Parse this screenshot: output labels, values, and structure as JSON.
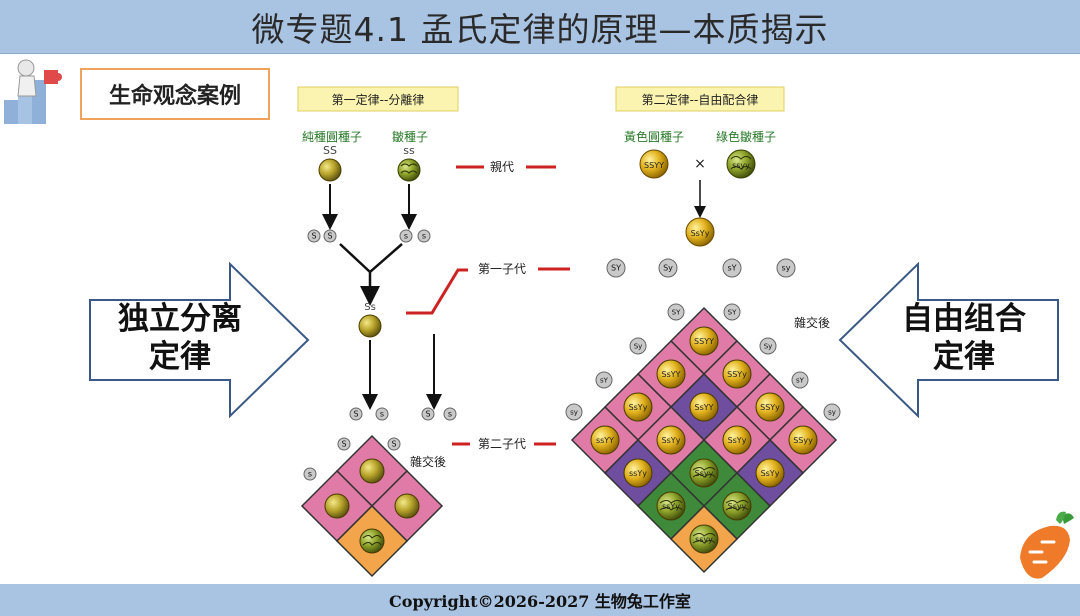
{
  "title": "微专题4.1  孟氏定律的原理—本质揭示",
  "case_label": "生命观念案例",
  "left_arrow_label": [
    "独立分离",
    "定律"
  ],
  "right_arrow_label": [
    "自由组合",
    "定律"
  ],
  "footer": "Copyright©2026-2027 生物兔工作室",
  "law1": {
    "header": "第一定律--分離律",
    "parent_left_label": "純種圓種子",
    "parent_left_genotype": "SS",
    "parent_right_label": "皺種子",
    "parent_right_genotype": "ss",
    "gamete_S": "S",
    "gamete_s": "s",
    "f1_genotype": "Ss",
    "cross_label": "雜交後"
  },
  "law2": {
    "header": "第二定律--自由配合律",
    "parent_left_label": "黃色圓種子",
    "parent_left_genotype": "SSYY",
    "parent_right_label": "綠色皺種子",
    "parent_right_genotype": "ssyy",
    "cross_symbol": "×",
    "f1_genotype": "SsYy",
    "gametes": [
      "SY",
      "Sy",
      "sY",
      "sy"
    ],
    "cross_label": "雜交後",
    "grid_genotypes": [
      "SSYY",
      "SSYy",
      "SSYy",
      "SSyy",
      "SsYY",
      "SsYY",
      "SsYy",
      "SsYy",
      "SsYy",
      "SsYy",
      "Ssyy",
      "Ssyy",
      "ssYY",
      "ssYy",
      "ssYy",
      "ssyy"
    ]
  },
  "generation_labels": {
    "parent": "親代",
    "f1": "第一子代",
    "f2": "第二子代"
  },
  "colors": {
    "title_bar": "#a9c3e2",
    "pink": "#e07aa6",
    "purple": "#6f4ea0",
    "green": "#3f8a3a",
    "orange": "#f2a54a",
    "seed_yellow": "#b8a42a",
    "line_red": "#cc2222",
    "law_header_bg": "#fbf4b0"
  }
}
